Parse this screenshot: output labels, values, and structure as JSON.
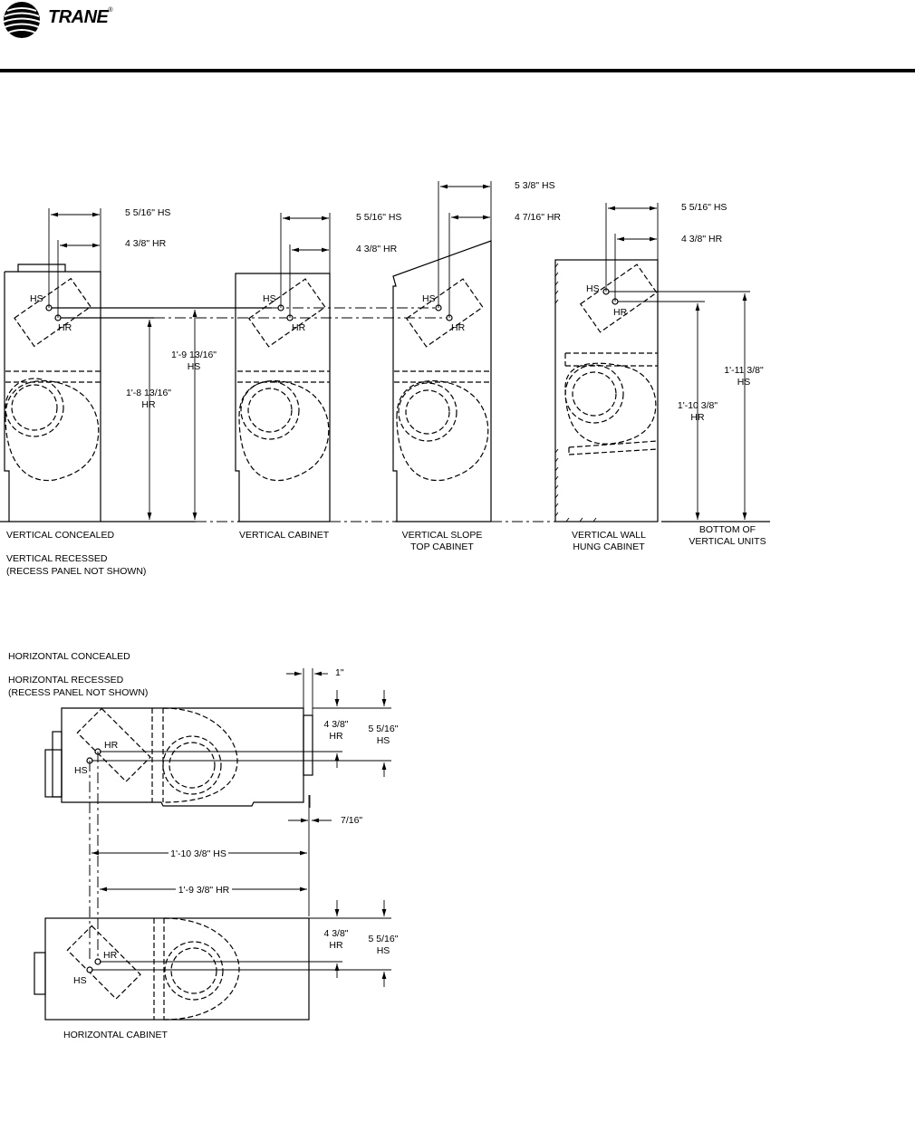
{
  "header": {
    "brand": "TRANE"
  },
  "vertical": {
    "units": [
      {
        "label": "VERTICAL CONCEALED"
      },
      {
        "label": "VERTICAL CABINET"
      },
      {
        "label": "VERTICAL SLOPE",
        "label2": "TOP CABINET"
      },
      {
        "label": "VERTICAL WALL",
        "label2": "HUNG CABINET"
      }
    ],
    "recessed_label": "VERTICAL RECESSED",
    "recessed_note": "(RECESS PANEL NOT SHOWN)",
    "bottom_label": "BOTTOM OF",
    "bottom_label2": "VERTICAL UNITS",
    "dims": {
      "u1_hs": "5 5/16\" HS",
      "u1_hr": "4 3/8\" HR",
      "u1_height_hs": "1'-9 13/16\"",
      "u1_height_hr": "1'-8 13/16\"",
      "u2_hs": "5 5/16\" HS",
      "u2_hr": "4 3/8\" HR",
      "u3_hs": "5 3/8\" HS",
      "u3_hr": "4 7/16\" HR",
      "u4_hs": "5 5/16\" HS",
      "u4_hr": "4 3/8\" HR",
      "u4_height_hs": "1'-11 3/8\"",
      "u4_height_hr": "1'-10 3/8\""
    }
  },
  "horizontal": {
    "concealed_label": "HORIZONTAL CONCEALED",
    "recessed_label": "HORIZONTAL RECESSED",
    "recessed_note": "(RECESS PANEL NOT SHOWN)",
    "cabinet_label": "HORIZONTAL CABINET",
    "dims": {
      "one_inch": "1\"",
      "seven_sixteenths": "7/16\"",
      "len_hs": "1'-10 3/8\" HS",
      "len_hr": "1'-9 3/8\" HR",
      "top_hr": "4 3/8\"",
      "top_hs": "5 5/16\"",
      "bot_hr": "4 3/8\"",
      "bot_hs": "5 5/16\""
    }
  },
  "tags": {
    "hs": "HS",
    "hr": "HR"
  }
}
